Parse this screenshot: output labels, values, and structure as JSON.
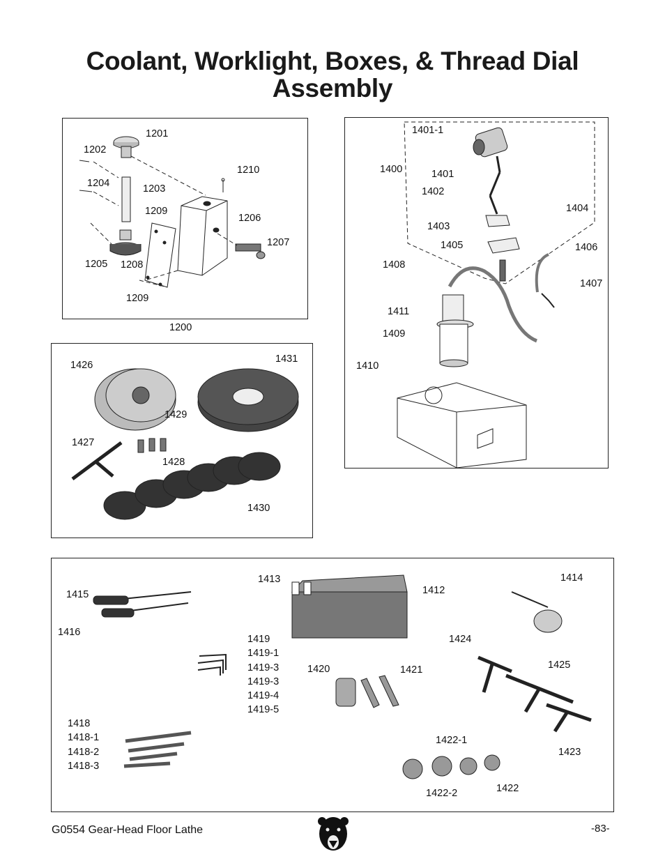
{
  "title": {
    "line1": "Coolant, Worklight, Boxes, & Thread Dial",
    "line2": "Assembly"
  },
  "box1200": {
    "caption": "1200",
    "labels": [
      "1201",
      "1202",
      "1204",
      "1203",
      "1210",
      "1209",
      "1206",
      "1207",
      "1205",
      "1208",
      "1209"
    ]
  },
  "box1400": {
    "labels": [
      "1401-1",
      "1400",
      "1401",
      "1402",
      "1404",
      "1403",
      "1405",
      "1406",
      "1408",
      "1407",
      "1411",
      "1409",
      "1410"
    ]
  },
  "box1426": {
    "labels": [
      "1426",
      "1431",
      "1429",
      "1427",
      "1428",
      "1430"
    ]
  },
  "box1412": {
    "labels": [
      "1413",
      "1412",
      "1414",
      "1415",
      "1416",
      "1424",
      "1420",
      "1421",
      "1425",
      "1423",
      "1422-1",
      "1422-2",
      "1422"
    ],
    "stack1419": [
      "1419",
      "1419-1",
      "1419-3",
      "1419-3",
      "1419-4",
      "1419-5"
    ],
    "stack1418": [
      "1418",
      "1418-1",
      "1418-2",
      "1418-3"
    ]
  },
  "footer": {
    "left": "G0554 Gear-Head Floor Lathe",
    "right": "-83-",
    "logo_icon": "bear-head-logo-icon"
  }
}
